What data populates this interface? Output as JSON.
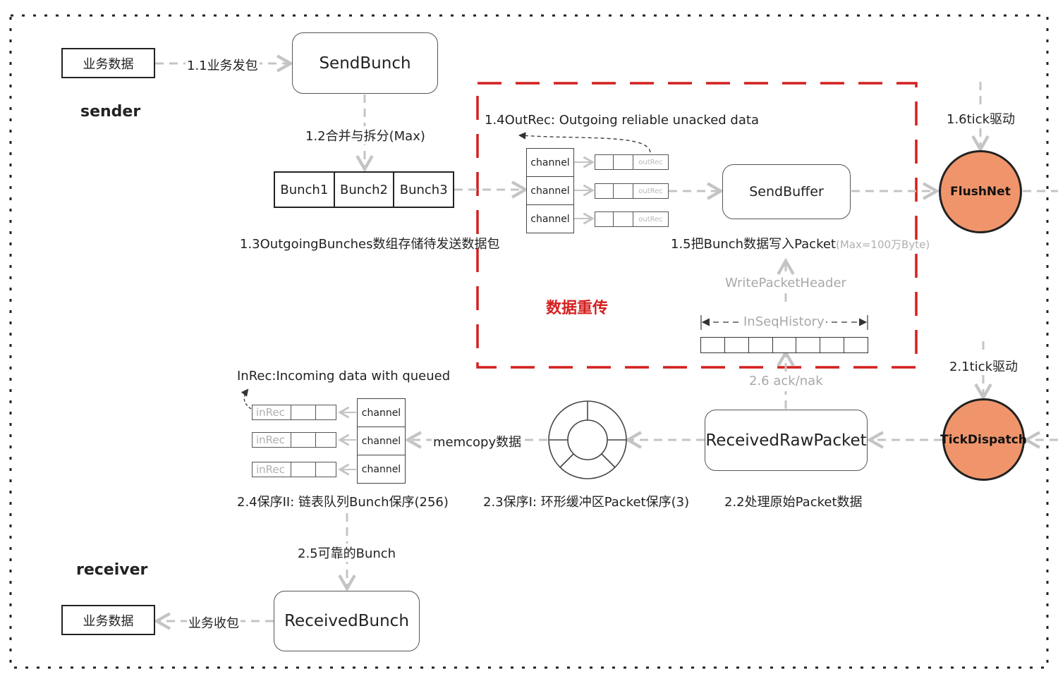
{
  "sender": {
    "role_label": "sender",
    "biz_data": "业务数据",
    "edge_send": "1.1业务发包",
    "send_bunch": "SendBunch",
    "edge_merge": "1.2合并与拆分(Max)",
    "bunches": [
      "Bunch1",
      "Bunch2",
      "Bunch3"
    ],
    "outgoing_caption": "1.3OutgoingBunches数组存储待发送数据包"
  },
  "retransmit": {
    "title": "数据重传",
    "outrec_caption": "1.4OutRec: Outgoing reliable unacked data",
    "channel_label": "channel",
    "outrec_label": "outRec",
    "send_buffer": "SendBuffer",
    "write_caption": "1.5把Bunch数据写入Packet",
    "write_caption_note": "(Max=100万Byte)",
    "write_header": "WritePacketHeader",
    "in_seq_history": "InSeqHistory"
  },
  "flush": {
    "tick_label": "1.6tick驱动",
    "node": "FlushNet"
  },
  "dispatch": {
    "tick_label": "2.1tick驱动",
    "node": "TickDispatch"
  },
  "receiver": {
    "role_label": "receiver",
    "ack_label": "2.6 ack/nak",
    "received_raw": "ReceivedRawPacket",
    "raw_caption": "2.2处理原始Packet数据",
    "ring_caption": "2.3保序I: 环形缓冲区Packet保序(3)",
    "memcopy_label": "memcopy数据",
    "inrec_caption": "InRec:Incoming data with queued",
    "channel_label": "channel",
    "inrec_label": "inRec",
    "linked_caption": "2.4保序II: 链表队列Bunch保序(256)",
    "reliable_label": "2.5可靠的Bunch",
    "received_bunch": "ReceivedBunch",
    "edge_recv": "业务收包",
    "biz_data": "业务数据"
  },
  "colors": {
    "accent_red": "#d41f1f",
    "node_fill": "#f0956b",
    "connector_grey": "#c4c4c4",
    "frame_dash": "#222222"
  }
}
